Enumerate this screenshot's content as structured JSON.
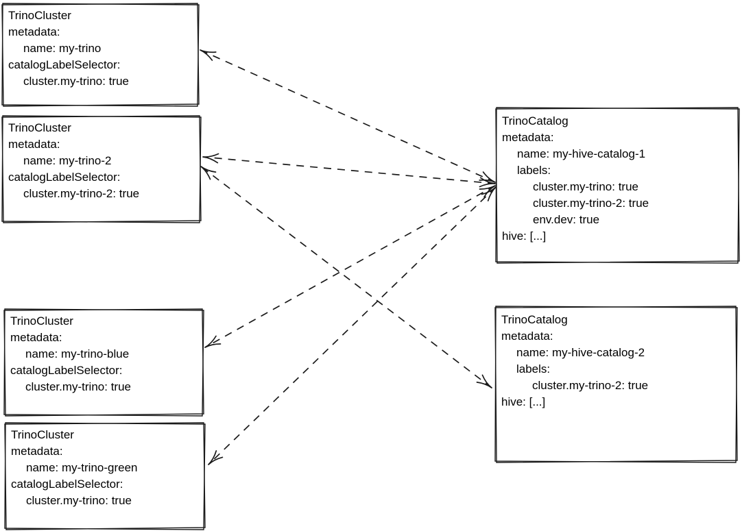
{
  "canvas": {
    "background": "#ffffff",
    "stroke_color": "#1a1a1a",
    "text_color": "#000000"
  },
  "boxes": [
    {
      "id": "my-trino",
      "kind": "TrinoCluster",
      "lines": [
        {
          "text": "TrinoCluster",
          "indent": 0
        },
        {
          "text": "metadata:",
          "indent": 0
        },
        {
          "text": "name: my-trino",
          "indent": 1
        },
        {
          "text": "catalogLabelSelector:",
          "indent": 0
        },
        {
          "text": "cluster.my-trino: true",
          "indent": 1
        }
      ]
    },
    {
      "id": "my-trino-2",
      "kind": "TrinoCluster",
      "lines": [
        {
          "text": "TrinoCluster",
          "indent": 0
        },
        {
          "text": "metadata:",
          "indent": 0
        },
        {
          "text": "name: my-trino-2",
          "indent": 1
        },
        {
          "text": "catalogLabelSelector:",
          "indent": 0
        },
        {
          "text": "cluster.my-trino-2: true",
          "indent": 1
        }
      ]
    },
    {
      "id": "my-trino-blue",
      "kind": "TrinoCluster",
      "lines": [
        {
          "text": "TrinoCluster",
          "indent": 0
        },
        {
          "text": "metadata:",
          "indent": 0
        },
        {
          "text": "name: my-trino-blue",
          "indent": 1
        },
        {
          "text": "catalogLabelSelector:",
          "indent": 0
        },
        {
          "text": "cluster.my-trino: true",
          "indent": 1
        }
      ]
    },
    {
      "id": "my-trino-green",
      "kind": "TrinoCluster",
      "lines": [
        {
          "text": "TrinoCluster",
          "indent": 0
        },
        {
          "text": "metadata:",
          "indent": 0
        },
        {
          "text": "name: my-trino-green",
          "indent": 1
        },
        {
          "text": "catalogLabelSelector:",
          "indent": 0
        },
        {
          "text": "cluster.my-trino: true",
          "indent": 1
        }
      ]
    },
    {
      "id": "my-hive-catalog-1",
      "kind": "TrinoCatalog",
      "lines": [
        {
          "text": "TrinoCatalog",
          "indent": 0
        },
        {
          "text": "metadata:",
          "indent": 0
        },
        {
          "text": "name: my-hive-catalog-1",
          "indent": 1
        },
        {
          "text": "labels:",
          "indent": 1
        },
        {
          "text": "cluster.my-trino: true",
          "indent": 2
        },
        {
          "text": "cluster.my-trino-2: true",
          "indent": 2
        },
        {
          "text": "env.dev: true",
          "indent": 2
        },
        {
          "text": "hive: [...]",
          "indent": 0
        }
      ]
    },
    {
      "id": "my-hive-catalog-2",
      "kind": "TrinoCatalog",
      "lines": [
        {
          "text": "TrinoCatalog",
          "indent": 0
        },
        {
          "text": "metadata:",
          "indent": 0
        },
        {
          "text": "name: my-hive-catalog-2",
          "indent": 1
        },
        {
          "text": "labels:",
          "indent": 1
        },
        {
          "text": "cluster.my-trino-2: true",
          "indent": 2
        },
        {
          "text": "hive: [...]",
          "indent": 0
        }
      ]
    }
  ],
  "edges": [
    {
      "from": "my-hive-catalog-1",
      "to": "my-trino",
      "style": "dashed",
      "arrowheads": "both"
    },
    {
      "from": "my-hive-catalog-1",
      "to": "my-trino-2",
      "style": "dashed",
      "arrowheads": "both"
    },
    {
      "from": "my-hive-catalog-1",
      "to": "my-trino-blue",
      "style": "dashed",
      "arrowheads": "both"
    },
    {
      "from": "my-hive-catalog-1",
      "to": "my-trino-green",
      "style": "dashed",
      "arrowheads": "both"
    },
    {
      "from": "my-hive-catalog-2",
      "to": "my-trino-2",
      "style": "dashed",
      "arrowheads": "both"
    }
  ]
}
